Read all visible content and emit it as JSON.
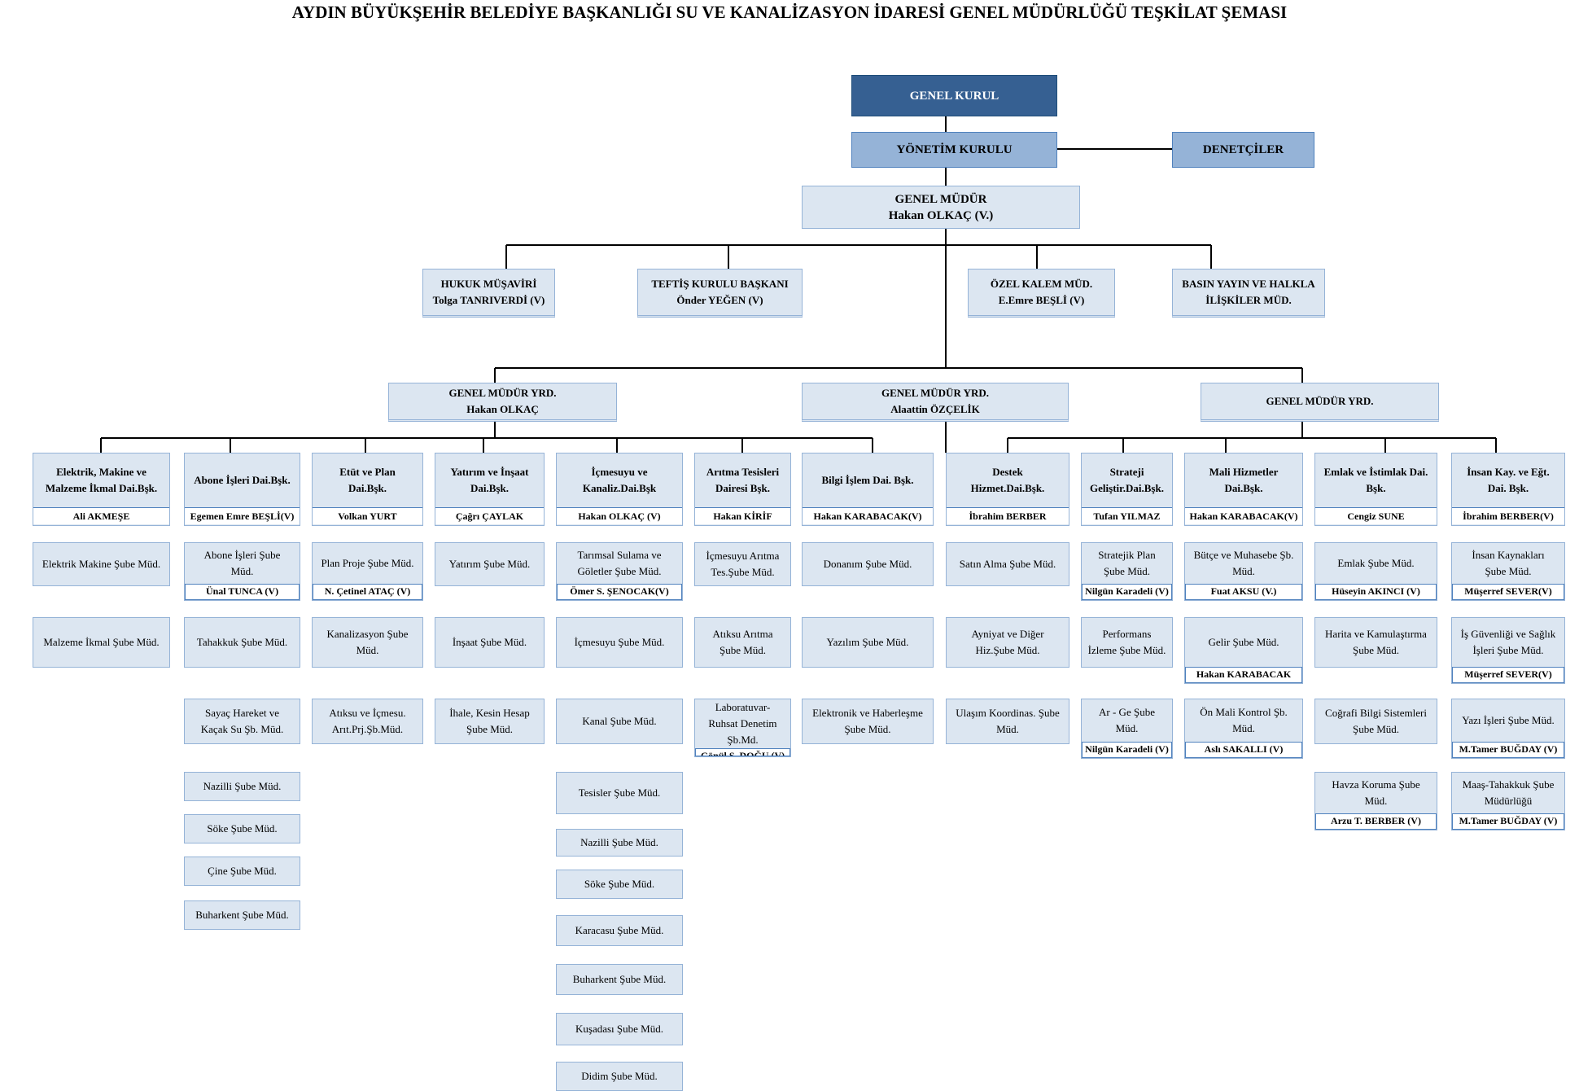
{
  "title": "AYDIN BÜYÜKŞEHİR BELEDİYE BAŞKANLIĞI SU VE KANALİZASYON İDARESİ GENEL MÜDÜRLÜĞÜ TEŞKİLAT ŞEMASI",
  "top": {
    "genel_kurul": "GENEL KURUL",
    "yonetim_kurulu": "YÖNETİM KURULU",
    "denetciler": "DENETÇİLER",
    "genel_mudur": "GENEL MÜDÜR\nHakan OLKAÇ (V.)"
  },
  "advisors": [
    "HUKUK MÜŞAVİRİ\nTolga TANRIVERDİ (V)",
    "TEFTİŞ KURULU BAŞKANI\nÖnder YEĞEN (V)",
    "ÖZEL KALEM MÜD.\nE.Emre BEŞLİ (V)",
    "BASIN YAYIN VE HALKLA\nİLİŞKİLER MÜD."
  ],
  "deputies": [
    "GENEL MÜDÜR YRD.\nHakan OLKAÇ",
    "GENEL MÜDÜR YRD.\nAlaattin ÖZÇELİK",
    "GENEL MÜDÜR YRD."
  ],
  "departments": [
    {
      "title": "Elektrik, Makine ve\nMalzeme İkmal Dai.Bşk.",
      "head": "Ali AKMEŞE",
      "units": [
        {
          "t": "Elektrik Makine Şube Müd.",
          "n": ""
        },
        {
          "t": "Malzeme İkmal Şube Müd.",
          "n": ""
        }
      ]
    },
    {
      "title": "Abone İşleri Dai.Bşk.",
      "head": "Egemen Emre BEŞLİ(V)",
      "units": [
        {
          "t": "Abone İşleri Şube\nMüd.",
          "n": "Ünal TUNCA (V)"
        },
        {
          "t": "Tahakkuk Şube Müd.",
          "n": ""
        },
        {
          "t": "Sayaç Hareket ve\nKaçak Su Şb. Müd.",
          "n": ""
        },
        {
          "t": "Nazilli Şube Müd.",
          "n": ""
        },
        {
          "t": "Söke Şube Müd.",
          "n": ""
        },
        {
          "t": "Çine Şube Müd.",
          "n": ""
        },
        {
          "t": "Buharkent Şube Müd.",
          "n": ""
        }
      ]
    },
    {
      "title": "Etüt ve  Plan\nDai.Bşk.",
      "head": "Volkan YURT",
      "units": [
        {
          "t": "Plan Proje Şube Müd.",
          "n": "N. Çetinel ATAÇ (V)"
        },
        {
          "t": "Kanalizasyon Şube\nMüd.",
          "n": ""
        },
        {
          "t": "Atıksu ve İçmesu.\nArıt.Prj.Şb.Müd.",
          "n": ""
        }
      ]
    },
    {
      "title": "Yatırım ve İnşaat\nDai.Bşk.",
      "head": "Çağrı ÇAYLAK",
      "units": [
        {
          "t": "Yatırım Şube Müd.",
          "n": ""
        },
        {
          "t": "İnşaat Şube Müd.",
          "n": ""
        },
        {
          "t": "İhale, Kesin Hesap\nŞube Müd.",
          "n": ""
        }
      ]
    },
    {
      "title": "İçmesuyu ve\nKanaliz.Dai.Bşk",
      "head": "Hakan OLKAÇ (V)",
      "units": [
        {
          "t": "Tarımsal Sulama ve\nGöletler Şube Müd.",
          "n": "Ömer S. ŞENOCAK(V)"
        },
        {
          "t": "İçmesuyu Şube Müd.",
          "n": ""
        },
        {
          "t": "Kanal Şube Müd.",
          "n": ""
        },
        {
          "t": "Tesisler Şube Müd.",
          "n": ""
        },
        {
          "t": "Nazilli Şube Müd.",
          "n": ""
        },
        {
          "t": "Söke Şube Müd.",
          "n": ""
        },
        {
          "t": "Karacasu Şube Müd.",
          "n": ""
        },
        {
          "t": "Buharkent Şube Müd.",
          "n": ""
        },
        {
          "t": "Kuşadası Şube Müd.",
          "n": ""
        },
        {
          "t": "Didim Şube Müd.",
          "n": ""
        }
      ]
    },
    {
      "title": "Arıtma Tesisleri\nDairesi Bşk.",
      "head": "Hakan KİRİF",
      "units": [
        {
          "t": "İçmesuyu Arıtma\nTes.Şube Müd.",
          "n": ""
        },
        {
          "t": "Atıksu Arıtma\nŞube Müd.",
          "n": ""
        },
        {
          "t": "Laboratuvar-\nRuhsat Denetim\nŞb.Md.",
          "n": "Gönül Ş. DOĞU (V)"
        }
      ]
    },
    {
      "title": "Bilgi İşlem Dai. Bşk.",
      "head": "Hakan KARABACAK(V)",
      "units": [
        {
          "t": "Donanım Şube Müd.",
          "n": ""
        },
        {
          "t": "Yazılım Şube Müd.",
          "n": ""
        },
        {
          "t": "Elektronik ve Haberleşme\nŞube Müd.",
          "n": ""
        }
      ]
    },
    {
      "title": "Destek\nHizmet.Dai.Bşk.",
      "head": "İbrahim BERBER",
      "units": [
        {
          "t": "Satın Alma Şube Müd.",
          "n": ""
        },
        {
          "t": "Ayniyat ve Diğer\nHiz.Şube Müd.",
          "n": ""
        },
        {
          "t": "Ulaşım Koordinas. Şube\nMüd.",
          "n": ""
        }
      ]
    },
    {
      "title": "Strateji\nGeliştir.Dai.Bşk.",
      "head": "Tufan YILMAZ",
      "units": [
        {
          "t": "Stratejik Plan\nŞube Müd.",
          "n": "Nilgün Karadeli (V)"
        },
        {
          "t": "Performans\nİzleme Şube Müd.",
          "n": ""
        },
        {
          "t": "Ar - Ge Şube\nMüd.",
          "n": "Nilgün Karadeli (V)"
        }
      ]
    },
    {
      "title": "Mali Hizmetler\nDai.Bşk.",
      "head": "Hakan KARABACAK(V)",
      "units": [
        {
          "t": "Bütçe ve Muhasebe Şb.\nMüd.",
          "n": "Fuat AKSU (V.)"
        },
        {
          "t": "Gelir Şube Müd.",
          "n": "Hakan KARABACAK"
        },
        {
          "t": "Ön Mali Kontrol Şb.\nMüd.",
          "n": "Aslı SAKALLI (V)"
        }
      ]
    },
    {
      "title": "Emlak ve İstimlak Dai.\nBşk.",
      "head": "Cengiz SUNE",
      "units": [
        {
          "t": "Emlak Şube Müd.",
          "n": "Hüseyin AKINCI (V)"
        },
        {
          "t": "Harita ve Kamulaştırma\nŞube Müd.",
          "n": ""
        },
        {
          "t": "Coğrafi Bilgi Sistemleri\nŞube Müd.",
          "n": ""
        },
        {
          "t": "Havza Koruma  Şube\nMüd.",
          "n": "Arzu T. BERBER (V)"
        }
      ]
    },
    {
      "title": "İnsan Kay. ve Eğt.\nDai. Bşk.",
      "head": "İbrahim BERBER(V)",
      "units": [
        {
          "t": "İnsan Kaynakları\nŞube Müd.",
          "n": "Müşerref SEVER(V)"
        },
        {
          "t": "İş Güvenliği ve Sağlık\nİşleri Şube Müd.",
          "n": "Müşerref SEVER(V)"
        },
        {
          "t": "Yazı İşleri Şube Müd.",
          "n": "M.Tamer BUĞDAY (V)"
        },
        {
          "t": "Maaş-Tahakkuk Şube\nMüdürlüğü",
          "n": "M.Tamer BUĞDAY (V)"
        }
      ]
    }
  ]
}
